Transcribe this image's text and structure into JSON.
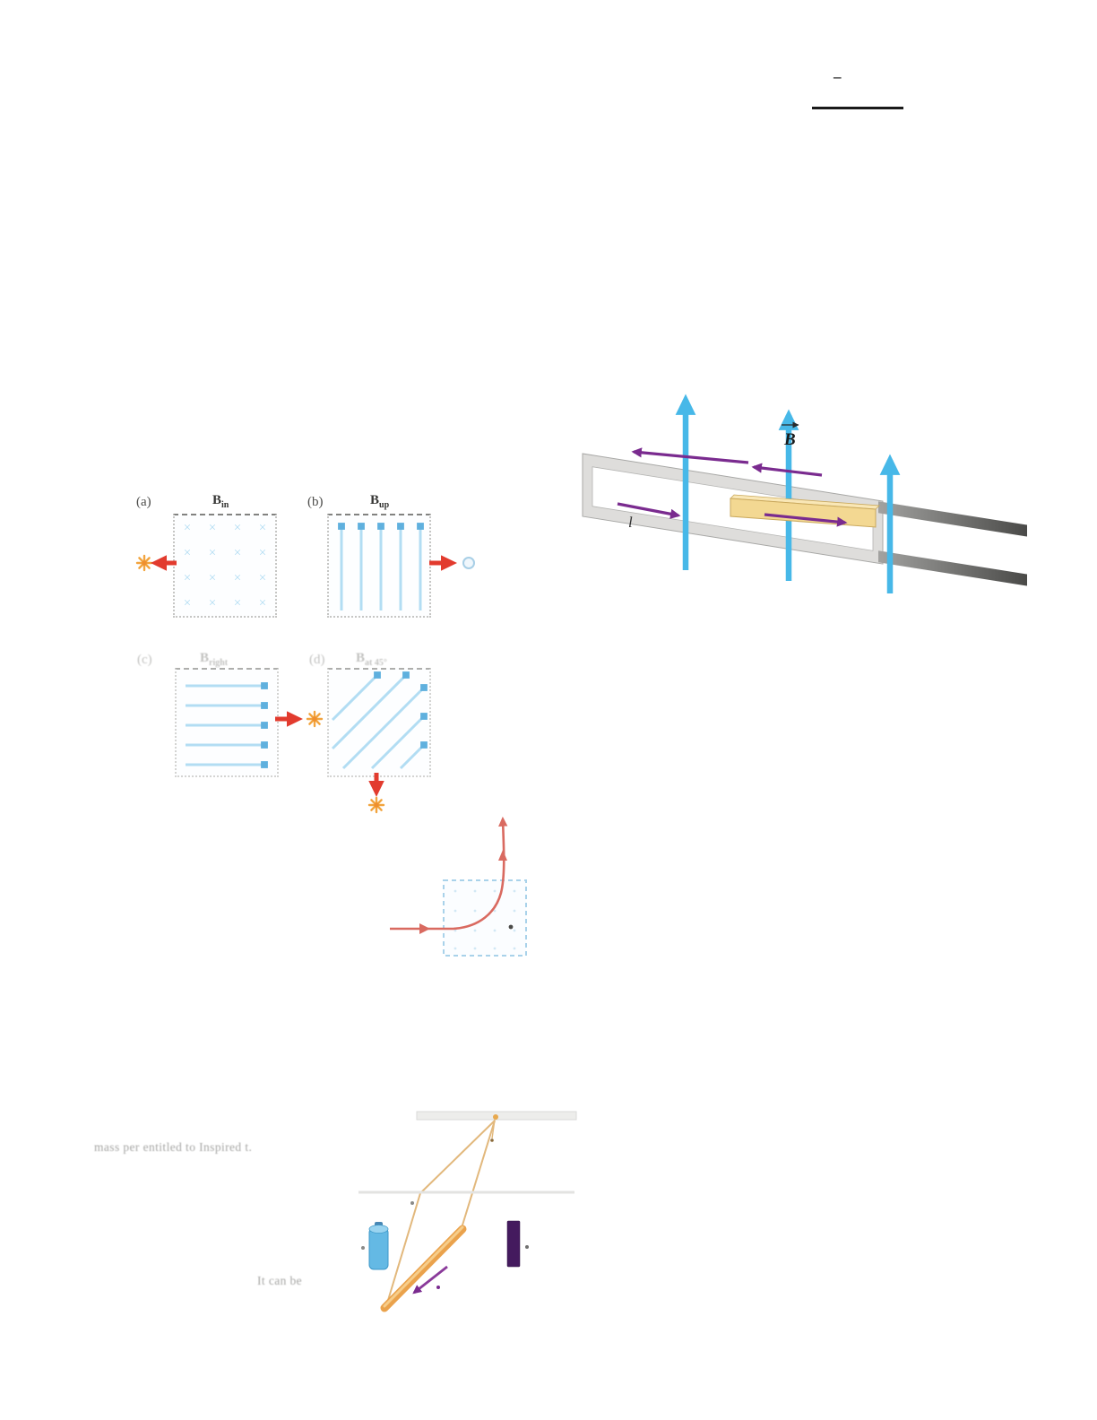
{
  "symbols": {
    "into_page_icon": "×",
    "minus": "–"
  },
  "rail_figure": {
    "field_label": "B",
    "length_label": "l",
    "colors": {
      "field_arrow": "#47b8e8",
      "current_arrow": "#7a2b8f",
      "rod_fill": "#f3d892",
      "rail_fill": "#dedddb"
    }
  },
  "field_panels": [
    {
      "tag": "(a)",
      "symbol": "B",
      "subscript": "in"
    },
    {
      "tag": "(b)",
      "symbol": "B",
      "subscript": "up"
    },
    {
      "tag": "(c)",
      "symbol": "B",
      "subscript": "right"
    },
    {
      "tag": "(d)",
      "symbol": "B",
      "subscript": "at 45°"
    }
  ],
  "trajectory_figure": {
    "path_color": "#d96a60",
    "region_border": "#a9d2ea"
  },
  "bottom_figure": {
    "caption_left": "mass per entitled to Inspired t.",
    "caption_note": "It can be"
  }
}
